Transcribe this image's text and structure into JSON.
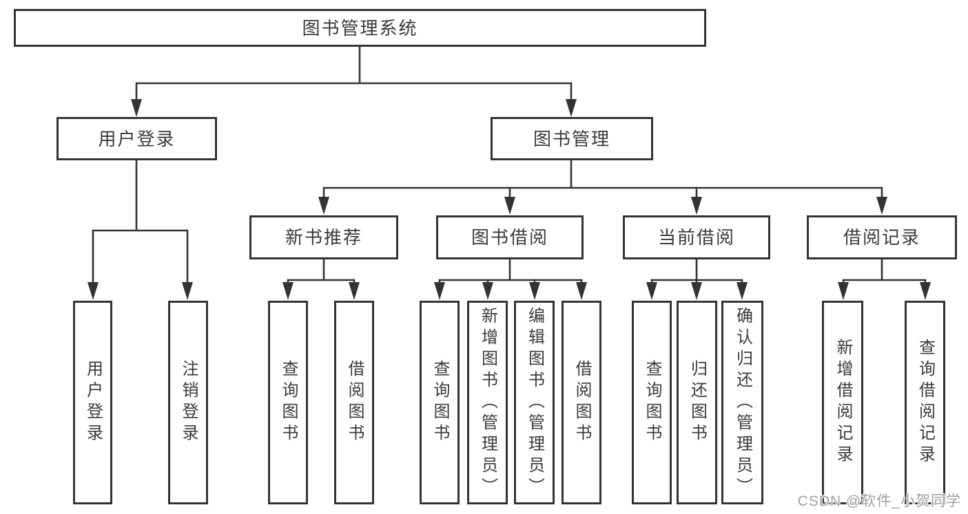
{
  "diagram": {
    "root": {
      "label": "图书管理系统"
    },
    "user_login": {
      "label": "用户登录",
      "children": [
        {
          "label": "用户登录"
        },
        {
          "label": "注销登录"
        }
      ]
    },
    "book_mgmt": {
      "label": "图书管理",
      "sections": [
        {
          "label": "新书推荐",
          "children": [
            {
              "label": "查询图书"
            },
            {
              "label": "借阅图书"
            }
          ]
        },
        {
          "label": "图书借阅",
          "children": [
            {
              "label": "查询图书"
            },
            {
              "label": "新增图书（管理员）"
            },
            {
              "label": "编辑图书（管理员）"
            },
            {
              "label": "借阅图书"
            }
          ]
        },
        {
          "label": "当前借阅",
          "children": [
            {
              "label": "查询图书"
            },
            {
              "label": "归还图书"
            },
            {
              "label": "确认归还（管理员）"
            }
          ]
        },
        {
          "label": "借阅记录",
          "children": [
            {
              "label": "新增借阅记录"
            },
            {
              "label": "查询借阅记录"
            }
          ]
        }
      ]
    }
  },
  "watermark": {
    "text": "CSDN @软件_小贺同学"
  },
  "colors": {
    "line": "#333333",
    "text": "#3a3a3a",
    "watermark": "#9e9e9e",
    "background": "#ffffff"
  }
}
